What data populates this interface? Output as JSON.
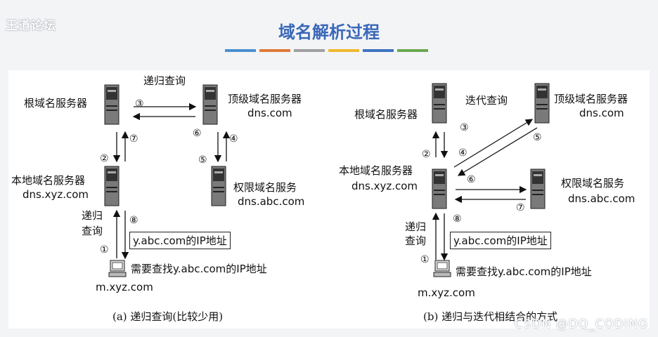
{
  "watermark_top_left": "王道论坛",
  "title": "域名解析过程",
  "color_bars": [
    "#4a8fd0",
    "#e07a3a",
    "#a0a0a0",
    "#f0b830",
    "#3f74c0",
    "#6aa84f"
  ],
  "left": {
    "root_server": "根域名服务器",
    "query_type": "递归查询",
    "tld_server_name": "顶级域名服务器",
    "tld_server_host": "dns.com",
    "local_server_name": "本地域名服务器",
    "local_server_host": "dns.xyz.com",
    "auth_server_name": "权限域名服务",
    "auth_server_host": "dns.abc.com",
    "client_query_line1": "递归",
    "client_query_line2": "查询",
    "answer": "y.abc.com的IP地址",
    "request": "需要查找y.abc.com的IP地址",
    "client_host": "m.xyz.com",
    "steps": [
      "①",
      "②",
      "③",
      "④",
      "⑤",
      "⑥",
      "⑦",
      "⑧"
    ],
    "caption": "(a) 递归查询(比较少用)"
  },
  "right": {
    "root_server": "根域名服务器",
    "query_type": "迭代查询",
    "tld_server_name": "顶级域名服务器",
    "tld_server_host": "dns.com",
    "local_server_name": "本地域名服务器",
    "local_server_host": "dns.xyz.com",
    "auth_server_name": "权限域名服务",
    "auth_server_host": "dns.abc.com",
    "client_query_line1": "递归",
    "client_query_line2": "查询",
    "answer": "y.abc.com的IP地址",
    "request": "需要查找y.abc.com的IP地址",
    "client_host": "m.xyz.com",
    "steps": [
      "①",
      "②",
      "③",
      "④",
      "⑤",
      "⑥",
      "⑦",
      "⑧"
    ],
    "caption": "(b) 递归与迭代相结合的方式"
  },
  "watermark_bottom_right": "CSDN @DQ_CODING"
}
